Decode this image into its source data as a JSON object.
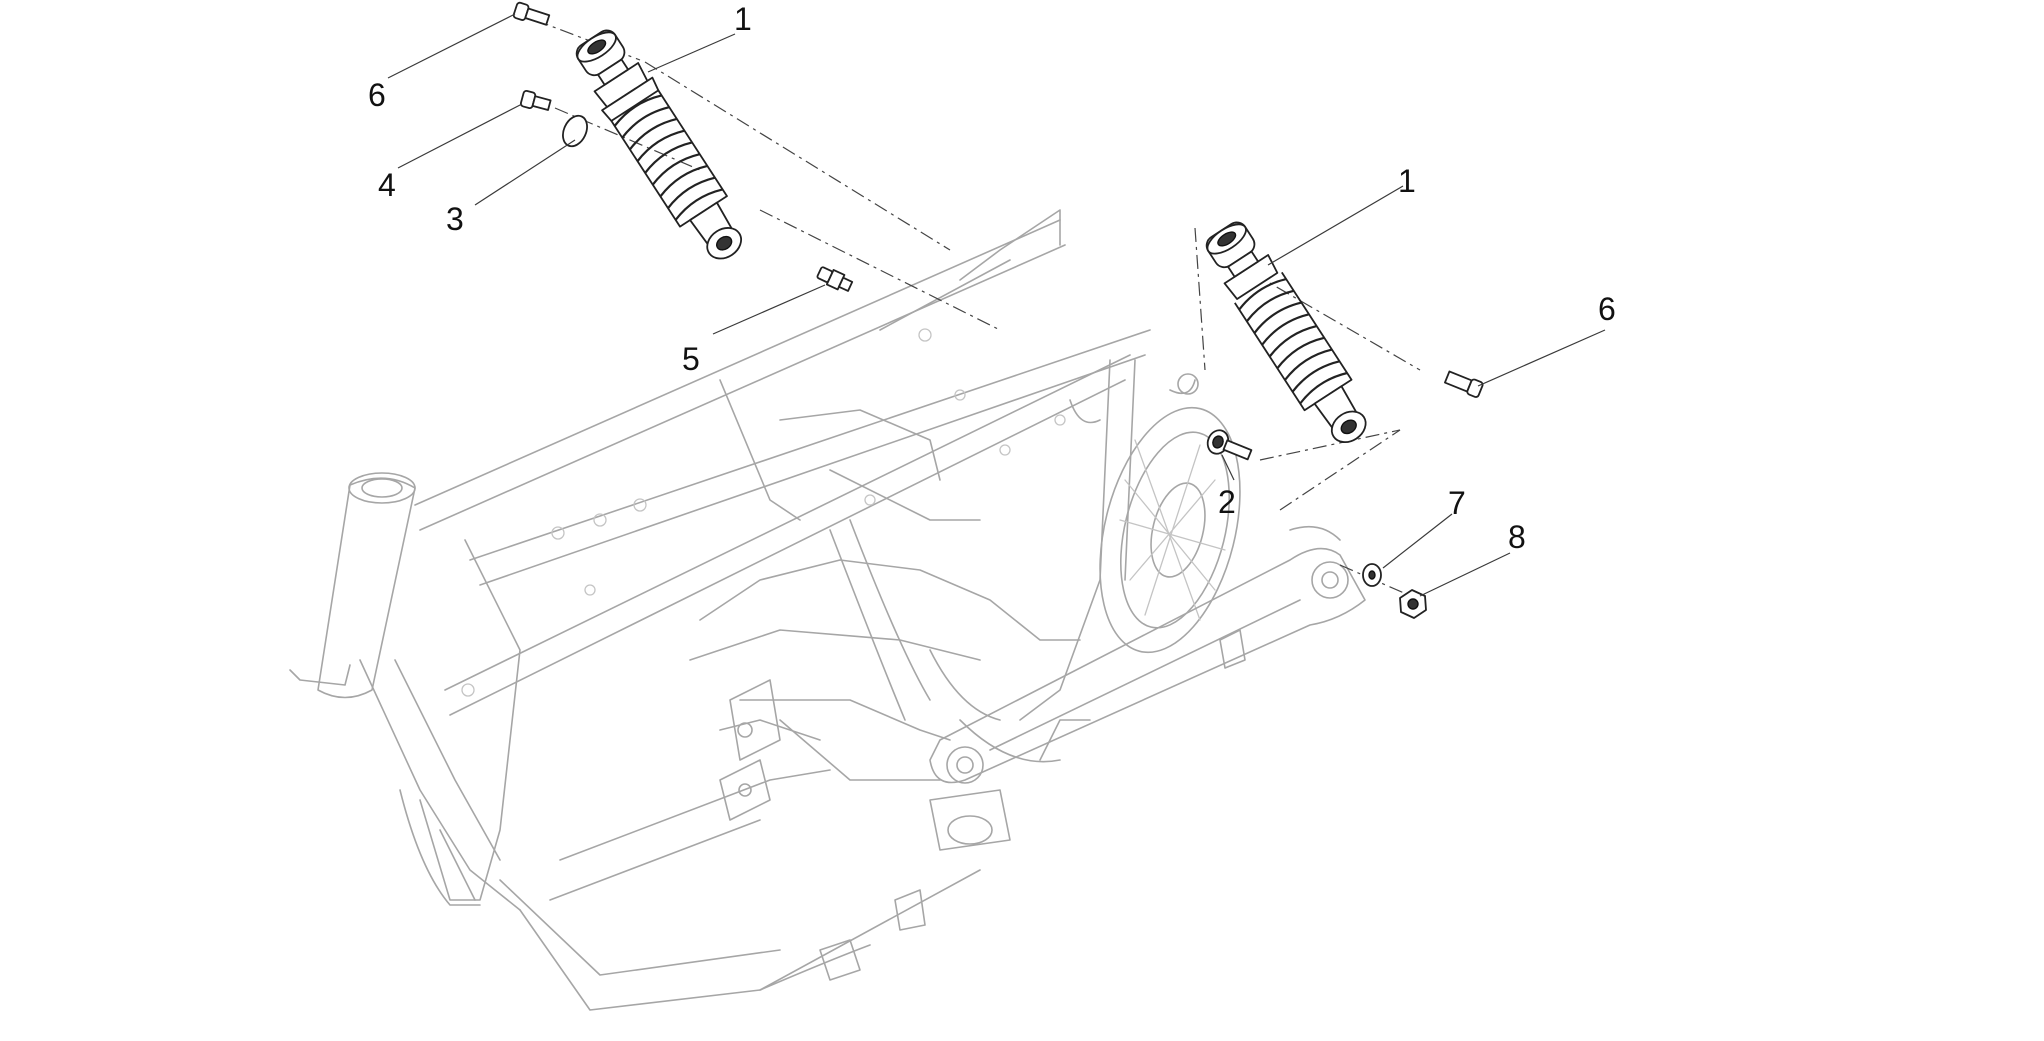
{
  "callouts": [
    {
      "id": "c1a",
      "label": "1"
    },
    {
      "id": "c1b",
      "label": "1"
    },
    {
      "id": "c2",
      "label": "2"
    },
    {
      "id": "c3",
      "label": "3"
    },
    {
      "id": "c4",
      "label": "4"
    },
    {
      "id": "c5",
      "label": "5"
    },
    {
      "id": "c6a",
      "label": "6"
    },
    {
      "id": "c6b",
      "label": "6"
    },
    {
      "id": "c7",
      "label": "7"
    },
    {
      "id": "c8",
      "label": "8"
    }
  ]
}
